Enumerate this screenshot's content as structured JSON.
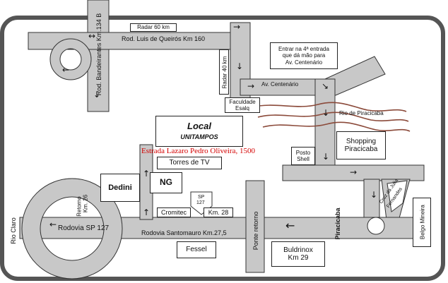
{
  "map": {
    "colors": {
      "road": "#c8c8c8",
      "frame": "#555555",
      "river": "#8b4a3a",
      "highlight": "#d40000",
      "ink": "#111111"
    },
    "roads": {
      "bandeirantes": "Rod. Bandeirantes Km.134 B",
      "luis_queiros": "Rod. Luis de Queirós Km 160",
      "av_centenario": "Av. Centenário",
      "rodovia_sp127": "Rodovia SP 127",
      "santomauro": "Rodovia Santomauro Km.27,5",
      "ponte_retorno": "Ponte retorno",
      "piracicaba": "Piracicaba"
    },
    "places": {
      "radar_60": "Radar 60 km",
      "radar_40": "Radar 40 km",
      "entrada_line1": "Entrar na 4ª entrada",
      "entrada_line2": "que dá mão para",
      "entrada_line3": "Av. Centenário",
      "faculdade_line1": "Faculdade",
      "faculdade_line2": "Esalq",
      "rio_piracicaba": "Rio de Piracicaba",
      "shopping_line1": "Shopping",
      "shopping_line2": "Piracicaba",
      "posto_line1": "Posto",
      "posto_line2": "Shell",
      "local_title": "Local",
      "local_company": "UNITAMPOS",
      "estrada": "Estrada Lazaro Pedro Oliveira, 1500",
      "torres": "Torres de TV",
      "dedini": "Dedini",
      "ng": "NG",
      "sp127_line1": "SP",
      "sp127_line2": "127",
      "cromitec": "Cromitec",
      "km28": "Km. 28",
      "fessel": "Fessel",
      "buldrinox_line1": "Buldrinox",
      "buldrinox_line2": "Km 29",
      "belgo": "Belgo Mineira",
      "rio_claro": "Rio Claro",
      "retorno_line1": "Retorno",
      "retorno_line2": "Km. 26",
      "cruz_line1": "Cruz da Julia",
      "cruz_line2": "Fernandes"
    }
  }
}
